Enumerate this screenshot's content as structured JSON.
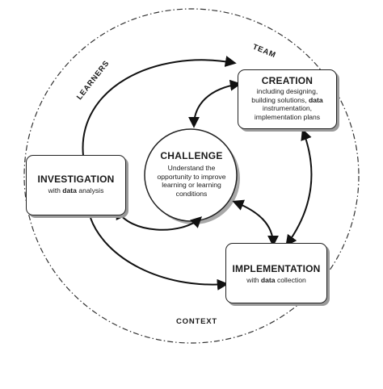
{
  "ring_labels": {
    "outer": "CONTEXT",
    "middle_left": "LEARNERS",
    "middle_right": "TEAM"
  },
  "center": {
    "title": "CHALLENGE",
    "description": "Understand the opportunity to improve learning or learning conditions"
  },
  "nodes": {
    "creation": {
      "title": "CREATION",
      "line1": "including designing,",
      "line2_pre": "building solutions, ",
      "line2_bold": "data",
      "line3": "instrumentation,",
      "line4": "implementation plans"
    },
    "investigation": {
      "title": "INVESTIGATION",
      "pre": "with ",
      "bold": "data",
      "post": " analysis"
    },
    "implementation": {
      "title": "IMPLEMENTATION",
      "pre": "with ",
      "bold": "data",
      "post": " collection"
    }
  }
}
